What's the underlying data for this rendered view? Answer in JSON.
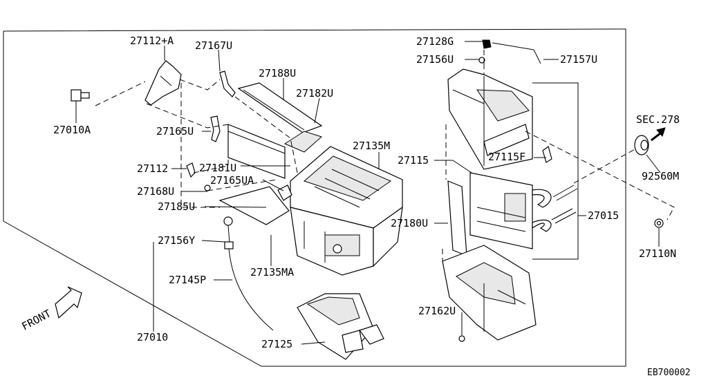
{
  "labels": {
    "p27112A": "27112+A",
    "p27167U": "27167U",
    "p27188U": "27188U",
    "p27182U": "27182U",
    "p27010A": "27010A",
    "p27165U": "27165U",
    "p27135M": "27135M",
    "p27112": "27112",
    "p27181U": "27181U",
    "p27168U": "27168U",
    "p27165UA": "27165UA",
    "p27185U": "27185U",
    "p27156Y": "27156Y",
    "p27135MA": "27135MA",
    "p27145P": "27145P",
    "p27010": "27010",
    "p27125": "27125",
    "p27128G": "27128G",
    "p27156U": "27156U",
    "p27157U": "27157U",
    "p27115": "27115",
    "p27115F": "27115F",
    "p27180U": "27180U",
    "p27015": "27015",
    "p27162U": "27162U",
    "sec278": "SEC.278",
    "p92560M": "92560M",
    "p27110N": "27110N",
    "front": "FRONT",
    "code": "EB700002"
  }
}
